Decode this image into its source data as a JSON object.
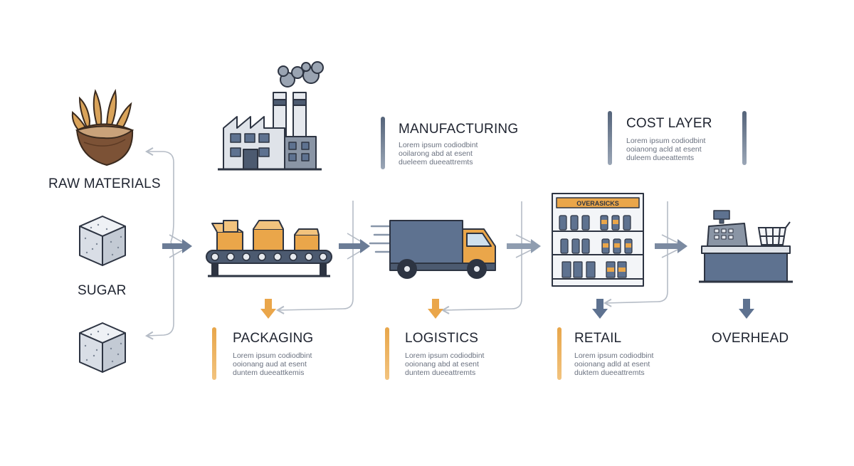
{
  "labels": {
    "raw_materials": "RAW MATERIALS",
    "sugar": "SUGAR",
    "manufacturing": "MANUFACTURING",
    "cost_layer": "COST LAYER",
    "packaging": "PACKAGING",
    "logistics": "LOGISTICS",
    "retail": "RETAIL",
    "overhead": "OVERHEAD"
  },
  "shelf_sign": "OVERASICKS",
  "descriptions": {
    "manufacturing": [
      "Lorem ipsum codiodbint",
      "ooilarong abd at esent",
      "dueleem dueeattremts"
    ],
    "cost_layer": [
      "Lorem ipsum codiodbint",
      "ooianong acld at esent",
      "duleem dueeattemts"
    ],
    "packaging": [
      "Lorem ipsum codiodbint",
      "ooionang aud at esent",
      "duntem dueeattkemis"
    ],
    "logistics": [
      "Lorem ipsum codiodbint",
      "ooionang abd at esent",
      "duntem dueeattremts"
    ],
    "retail": [
      "Lorem ipsum codiodbint",
      "ooionang adld at esent",
      "duktem dueeattremts"
    ]
  },
  "colors": {
    "steel_blue": "#5e7290",
    "orange": "#e9a74c",
    "dark": "#2d3442",
    "arrow_gray": "#8896a9",
    "line_gray": "#b5bcc6"
  },
  "icons": [
    "wheat-basket-icon",
    "sugar-cube-icon",
    "factory-icon",
    "conveyor-belt-icon",
    "delivery-truck-icon",
    "store-shelf-icon",
    "cash-register-icon",
    "shopping-cart-icon"
  ]
}
